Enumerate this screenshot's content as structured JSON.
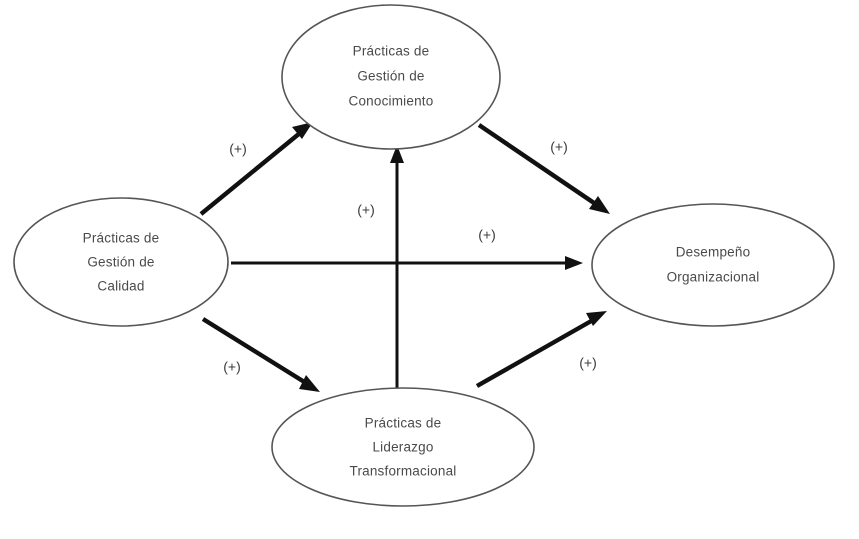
{
  "diagram": {
    "type": "conceptual-model",
    "background_color": "#ffffff",
    "node_stroke_color": "#555555",
    "edge_color": "#111111",
    "text_color": "#4a4a4a",
    "nodes": [
      {
        "id": "gestion-conocimiento",
        "position": "top",
        "lines": [
          "Prácticas de",
          "Gestión de",
          "Conocimiento"
        ]
      },
      {
        "id": "gestion-calidad",
        "position": "left",
        "lines": [
          "Prácticas de",
          "Gestión de",
          "Calidad"
        ]
      },
      {
        "id": "desempeno-organizacional",
        "position": "right",
        "lines": [
          "Desempeño",
          "Organizacional"
        ]
      },
      {
        "id": "liderazgo-transformacional",
        "position": "bottom",
        "lines": [
          "Prácticas de",
          "Liderazgo",
          "Transformacional"
        ]
      }
    ],
    "edges": [
      {
        "id": "calidad-to-conocimiento",
        "from": "gestion-calidad",
        "to": "gestion-conocimiento",
        "label": "(+)"
      },
      {
        "id": "conocimiento-to-desempeno",
        "from": "gestion-conocimiento",
        "to": "desempeno-organizacional",
        "label": "(+)"
      },
      {
        "id": "liderazgo-to-conocimiento",
        "from": "liderazgo-transformacional",
        "to": "gestion-conocimiento",
        "label": "(+)"
      },
      {
        "id": "calidad-to-desempeno",
        "from": "gestion-calidad",
        "to": "desempeno-organizacional",
        "label": "(+)"
      },
      {
        "id": "calidad-to-liderazgo",
        "from": "gestion-calidad",
        "to": "liderazgo-transformacional",
        "label": "(+)"
      },
      {
        "id": "liderazgo-to-desempeno",
        "from": "liderazgo-transformacional",
        "to": "desempeno-organizacional",
        "label": "(+)"
      }
    ]
  }
}
